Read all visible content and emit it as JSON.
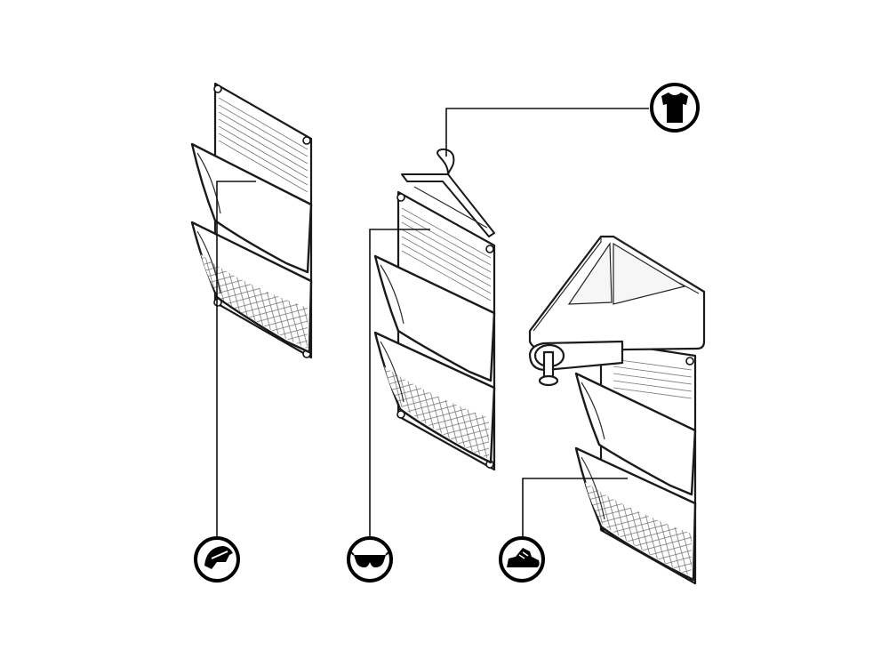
{
  "diagram": {
    "organizers": [
      {
        "name": "wall-mounted-organizer",
        "icon": "bike-helmet-icon"
      },
      {
        "name": "hanger-mounted-organizer",
        "icon": "sunglasses-icon"
      },
      {
        "name": "clamp-mounted-organizer",
        "icon": "shoe-icon"
      }
    ],
    "top_icon": "t-shirt-icon",
    "colors": {
      "line": "#1a1a1a",
      "background": "#ffffff"
    }
  }
}
